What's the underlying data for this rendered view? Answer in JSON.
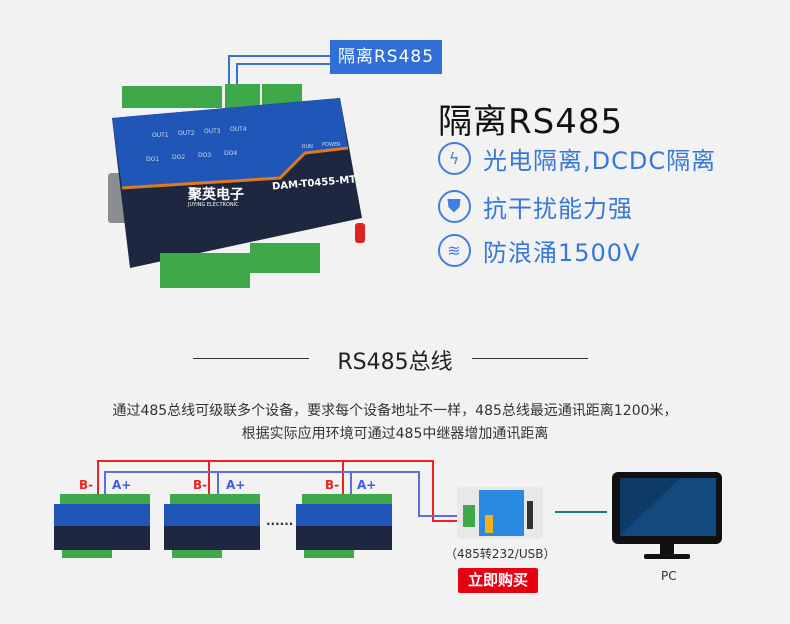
{
  "callout_tag": "隔离RS485",
  "device": {
    "brand": "聚英电子",
    "brand_en": "JUYING ELECTRONIC",
    "model": "DAM-T0455-MT",
    "outputs": [
      "OUT1",
      "OUT2",
      "OUT3",
      "OUT4"
    ],
    "leds": [
      "DO1",
      "DO2",
      "DO3",
      "DO4"
    ],
    "status_leds": [
      "RUN",
      "POWER"
    ]
  },
  "headline": "隔离RS485",
  "features": [
    {
      "icon": "lightning-icon",
      "text": "光电隔离,DCDC隔离"
    },
    {
      "icon": "shield-icon",
      "text": "抗干扰能力强"
    },
    {
      "icon": "waves-icon",
      "text": "防浪涌1500V"
    }
  ],
  "section_title": "RS485总线",
  "description": [
    "通过485总线可级联多个设备，要求每个设备地址不一样，485总线最远通讯距离1200米，",
    "根据实际应用环境可通过485中继器增加通讯距离"
  ],
  "diagram": {
    "b_label": "B-",
    "a_label": "A+",
    "ellipsis": "......",
    "converter_label": "（485转232/USB）",
    "buy_button": "立即购买",
    "pc_label": "PC",
    "colors": {
      "b_wire": "#e22222",
      "a_wire": "#5a6ee0",
      "pc_link": "#1a7a7a"
    }
  }
}
